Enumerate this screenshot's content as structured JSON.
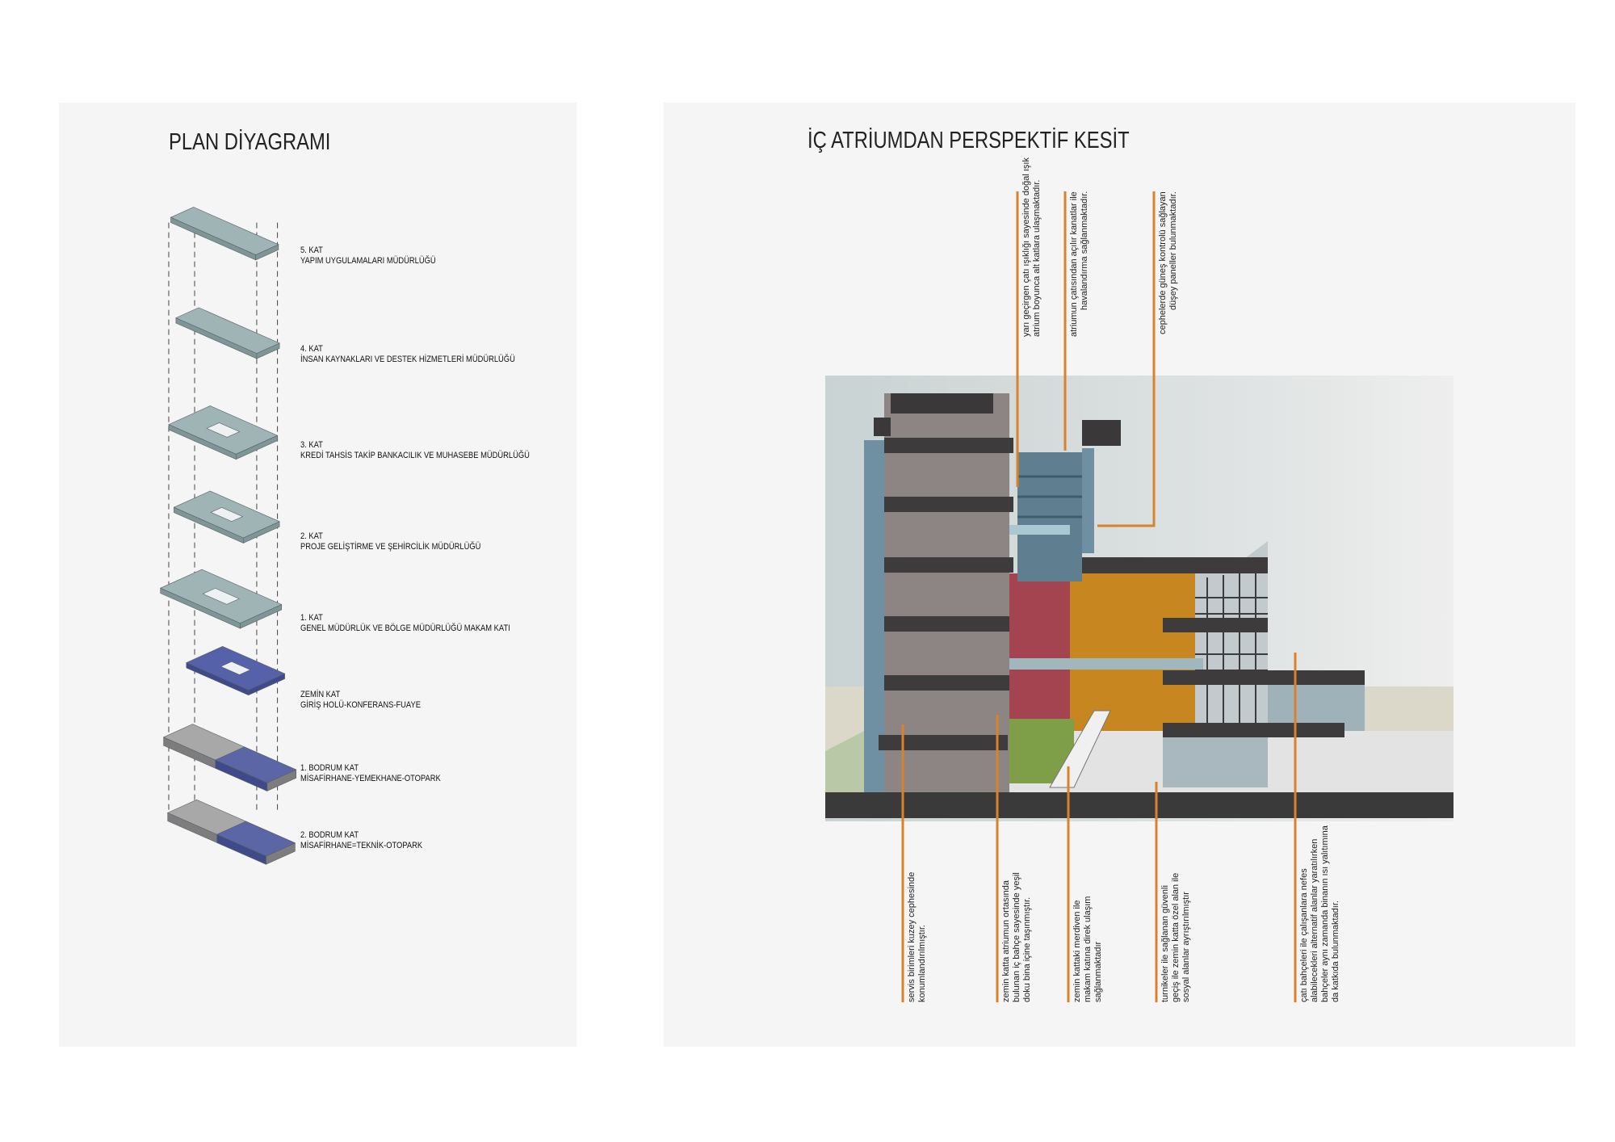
{
  "left_panel": {
    "title": "PLAN DİYAGRAMI",
    "floors": [
      {
        "level": "5. KAT",
        "name": "YAPIM UYGULAMALARI MÜDÜRLÜĞÜ"
      },
      {
        "level": "4. KAT",
        "name": "İNSAN KAYNAKLARI VE DESTEK HİZMETLERİ MÜDÜRLÜĞÜ"
      },
      {
        "level": "3. KAT",
        "name": "KREDİ TAHSİS TAKİP BANKACILIK VE MUHASEBE MÜDÜRLÜĞÜ"
      },
      {
        "level": "2. KAT",
        "name": "PROJE GELİŞTİRME VE ŞEHİRCİLİK  MÜDÜRLÜĞÜ"
      },
      {
        "level": "1. KAT",
        "name": "GENEL MÜDÜRLÜK VE BÖLGE MÜDÜRLÜĞÜ MAKAM KATI"
      },
      {
        "level": "ZEMİN KAT",
        "name": "GİRİŞ HOLÜ-KONFERANS-FUAYE"
      },
      {
        "level": "1. BODRUM KAT",
        "name": "MİSAFİRHANE-YEMEKHANE-OTOPARK"
      },
      {
        "level": "2. BODRUM KAT",
        "name": "MİSAFİRHANE=TEKNİK-OTOPARK"
      }
    ]
  },
  "right_panel": {
    "title": "İÇ ATRİUMDAN PERSPEKTİF KESİT",
    "annotations_top": [
      {
        "lines": [
          "yarı geçirgen çatı ışıklığı sayesinde doğal ışık",
          "atrium boyunca alt katlara ulaşmaktadır."
        ]
      },
      {
        "lines": [
          "atriumun çatısından açılır kanatlar ile",
          "havalandırma sağlanmaktadır."
        ]
      },
      {
        "lines": [
          "cephelerde güneş kontrolü sağlayan",
          "düşey paneller bulunmaktadır."
        ]
      }
    ],
    "annotations_bottom": [
      {
        "lines": [
          "servis birimleri kuzey cephesinde",
          "konumlandırılmıştır."
        ]
      },
      {
        "lines": [
          "zemin katta atriumun ortasında",
          "bulunan iç bahçe sayesinde yeşil",
          "doku bina içine taşınmıştır."
        ]
      },
      {
        "lines": [
          "zemin kattaki merdiven ile",
          "makam katına direk ulaşım",
          "sağlanmaktadır"
        ]
      },
      {
        "lines": [
          "turnikeler ile sağlanan güvenli",
          "geçiş ile zemin katta özel alan ile",
          "sosyal alanlar ayrıştırılmıştır"
        ]
      },
      {
        "lines": [
          "çatı bahçeleri ile çalışanlara nefes",
          "alabilecekleri alternatif alanlar yaratılırken",
          "bahçeler aynı zamanda binanın ısı yalıtımına",
          "da katkıda bulunmaktadır."
        ]
      }
    ]
  },
  "colors": {
    "annotation_line": "#d9822b",
    "upper_floor": "#9fb4b4",
    "ground_floor": "#5561a8",
    "basement_gray": "#a8a8a8",
    "basement_blue": "#5b66a6"
  }
}
